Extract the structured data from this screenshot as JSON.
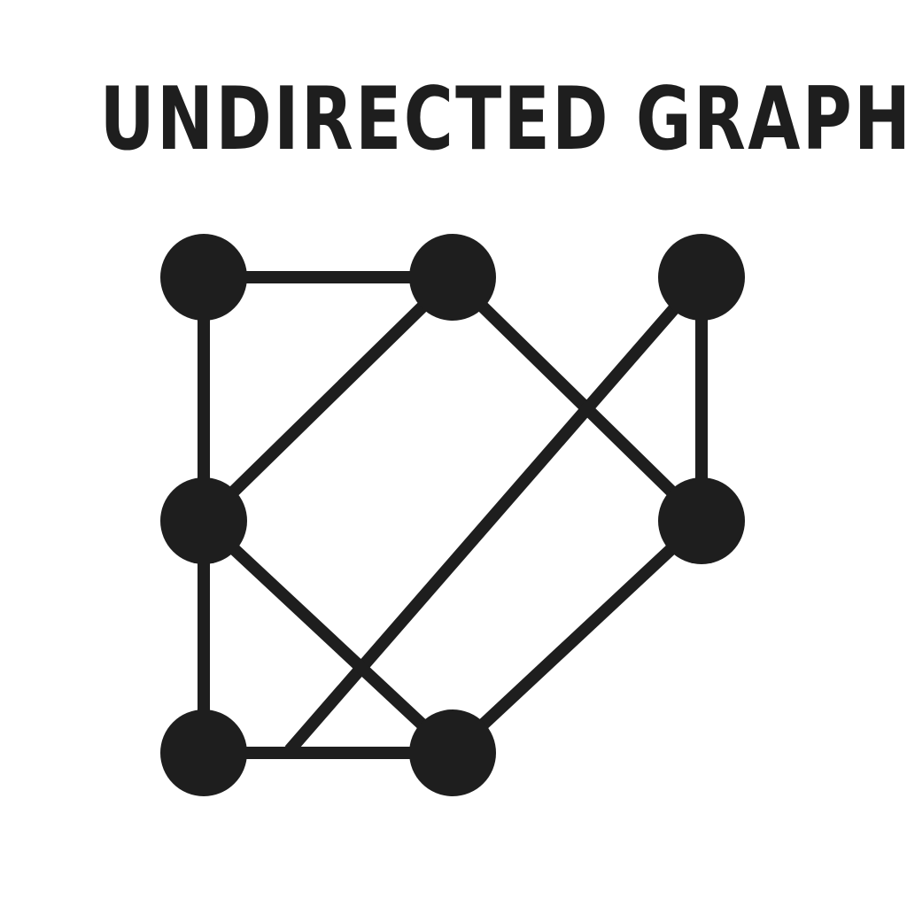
{
  "title": "UNDIRECTED GRAPH",
  "colors": {
    "ink": "#1e1e1e",
    "background": "#ffffff"
  },
  "graph": {
    "nodes": [
      "n1",
      "n2",
      "n3",
      "n4",
      "n5",
      "n6",
      "n7"
    ],
    "edges": [
      [
        "n1",
        "n2"
      ],
      [
        "n1",
        "n4"
      ],
      [
        "n2",
        "n4"
      ],
      [
        "n2",
        "n5"
      ],
      [
        "n3",
        "n5"
      ],
      [
        "n3",
        "n6"
      ],
      [
        "n4",
        "n6"
      ],
      [
        "n4",
        "n7"
      ],
      [
        "n5",
        "n7"
      ],
      [
        "n6",
        "n7"
      ]
    ]
  }
}
